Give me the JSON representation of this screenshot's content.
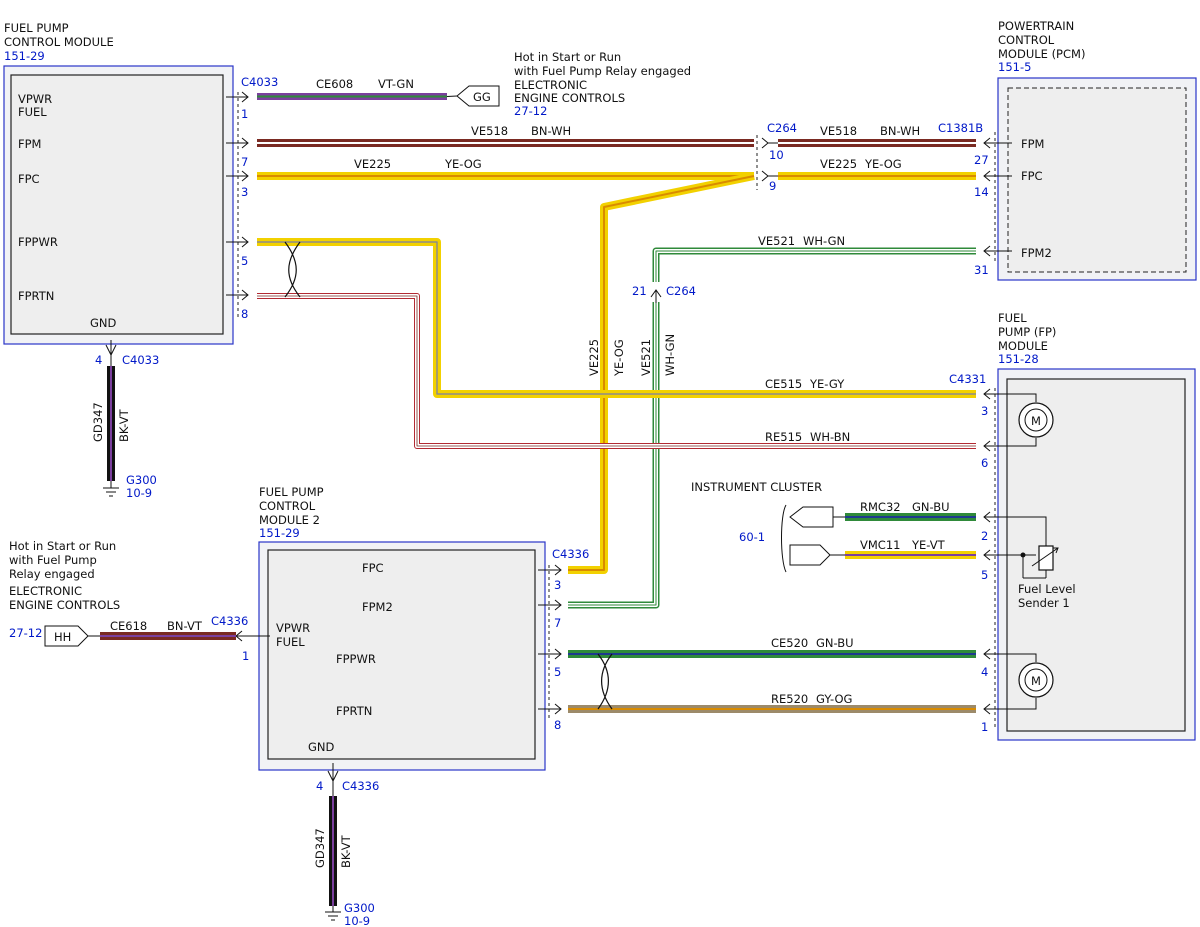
{
  "colors": {
    "module_border": "#2a35c9",
    "ref_text": "#0018c8",
    "VT": "#7b3f9e",
    "GN": "#2f8a3a",
    "BN": "#7a2a22",
    "WH": "#ffffff",
    "YE": "#f2d100",
    "OG": "#d98b00",
    "GY": "#8c8c8c",
    "BU": "#1e3a8f",
    "BK": "#111111",
    "RD": "#b22a33"
  },
  "modules": {
    "fpcm": {
      "title1": "FUEL PUMP",
      "title2": "CONTROL MODULE",
      "ref": "151-29",
      "pins": {
        "vpwr": "VPWR",
        "fuel": "FUEL",
        "fpm": "FPM",
        "fpc": "FPC",
        "fppwr": "FPPWR",
        "fprtn": "FPRTN",
        "gnd": "GND"
      }
    },
    "pcm": {
      "title1": "POWERTRAIN",
      "title2": "CONTROL",
      "title3": "MODULE (PCM)",
      "ref": "151-5",
      "pins": {
        "fpm": "FPM",
        "fpc": "FPC",
        "fpm2": "FPM2"
      }
    },
    "fp_module": {
      "title1": "FUEL",
      "title2": "PUMP (FP)",
      "title3": "MODULE",
      "ref": "151-28",
      "motor_symbol": "M",
      "sender_label1": "Fuel Level",
      "sender_label2": "Sender 1"
    },
    "fpcm2": {
      "title1": "FUEL PUMP",
      "title2": "CONTROL",
      "title3": "MODULE 2",
      "ref": "151-29",
      "pins": {
        "fpc": "FPC",
        "fpm2": "FPM2",
        "vpwr": "VPWR",
        "fuel": "FUEL",
        "fppwr": "FPPWR",
        "fprtn": "FPRTN",
        "gnd": "GND"
      }
    },
    "instrument_cluster": {
      "title": "INSTRUMENT CLUSTER",
      "ref": "60-1"
    }
  },
  "connectors": {
    "c4033_top": "C4033",
    "c264_top": "C264",
    "c1381b": "C1381B",
    "c264_mid": "C264",
    "c4331": "C4331",
    "c4336_right": "C4336",
    "c4336_left": "C4336",
    "c4033_gnd": "C4033",
    "c4336_gnd": "C4336"
  },
  "pin_numbers": {
    "fpcm": [
      "1",
      "7",
      "3",
      "5",
      "8"
    ],
    "c264_top": [
      "10",
      "9"
    ],
    "pcm": [
      "27",
      "14",
      "31"
    ],
    "c264_mid": "21",
    "fp_module": [
      "3",
      "6",
      "2",
      "5",
      "4",
      "1"
    ],
    "fpcm2": [
      "3",
      "7",
      "5",
      "8"
    ],
    "fpcm2_vpwr": "1",
    "gnd1": "4",
    "gnd2": "4"
  },
  "wires": {
    "ce608": {
      "circuit": "CE608",
      "color": "VT-GN"
    },
    "ve518_left": {
      "circuit": "VE518",
      "color": "BN-WH"
    },
    "ve518_right": {
      "circuit": "VE518",
      "color": "BN-WH"
    },
    "ve225_left": {
      "circuit": "VE225",
      "color": "YE-OG"
    },
    "ve225_right": {
      "circuit": "VE225",
      "color": "YE-OG"
    },
    "ve521_top": {
      "circuit": "VE521",
      "color": "WH-GN"
    },
    "ve225_vert": {
      "circuit": "VE225",
      "color": "YE-OG"
    },
    "ve521_vert": {
      "circuit": "VE521",
      "color": "WH-GN"
    },
    "ce515": {
      "circuit": "CE515",
      "color": "YE-GY"
    },
    "re515": {
      "circuit": "RE515",
      "color": "WH-BN"
    },
    "rmc32": {
      "circuit": "RMC32",
      "color": "GN-BU"
    },
    "vmc11": {
      "circuit": "VMC11",
      "color": "YE-VT"
    },
    "ce520": {
      "circuit": "CE520",
      "color": "GN-BU"
    },
    "re520": {
      "circuit": "RE520",
      "color": "GY-OG"
    },
    "ce618": {
      "circuit": "CE618",
      "color": "BN-VT"
    },
    "gd347_1": {
      "circuit": "GD347",
      "color": "BK-VT"
    },
    "gd347_2": {
      "circuit": "GD347",
      "color": "BK-VT"
    }
  },
  "notes": {
    "top_line1": "Hot in Start or Run",
    "top_line2": "with Fuel Pump Relay engaged",
    "top_line3": "ELECTRONIC",
    "top_line4": "ENGINE CONTROLS",
    "top_ref": "27-12",
    "top_tag": "GG",
    "left_line1": "Hot in Start or Run",
    "left_line2": "with Fuel Pump",
    "left_line3": "Relay engaged",
    "left_line4": "ELECTRONIC",
    "left_line5": "ENGINE CONTROLS",
    "left_ref": "27-12",
    "left_tag": "HH"
  },
  "grounds": {
    "g1_name": "G300",
    "g1_ref": "10-9",
    "g2_name": "G300",
    "g2_ref": "10-9"
  }
}
